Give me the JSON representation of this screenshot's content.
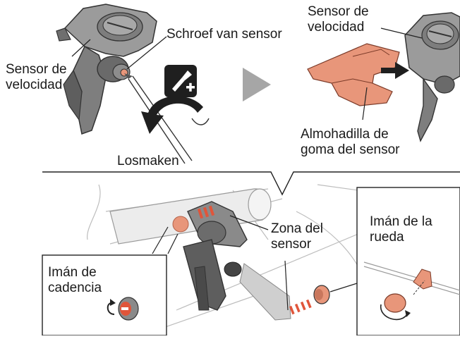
{
  "labels": {
    "sensor_speed_left": "Sensor de\nvelocidad",
    "sensor_screw": "Schroef van sensor",
    "loosen": "Losmaken",
    "sensor_speed_right": "Sensor de\nvelocidad",
    "rubber_pad": "Almohadilla de\ngoma del sensor",
    "sensor_zone": "Zona del\nsensor",
    "cadence_magnet": "Imán de\ncadencia",
    "wheel_magnet": "Imán de la\nrueda"
  },
  "colors": {
    "sensor_body": "#8a8a8a",
    "sensor_dark": "#4a4a4a",
    "pad": "#e8967a",
    "magnet": "#e8967a",
    "zone_red": "#e0553a",
    "arrow_gray": "#9a9a9a",
    "line": "#222222"
  },
  "icons": {
    "screwdriver_badge": "screwdriver-plus-icon",
    "next_step": "triangle-right-arrow-icon",
    "direction": "arrow-right-icon"
  }
}
